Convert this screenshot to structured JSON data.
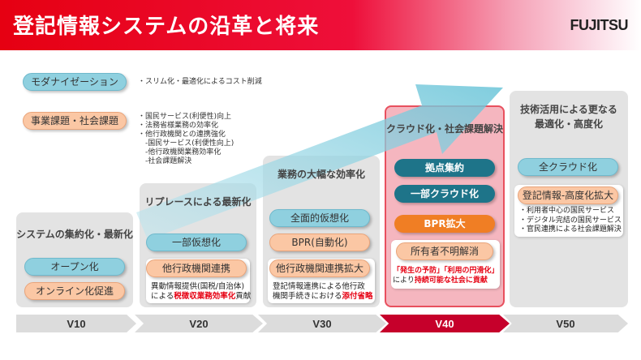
{
  "header": {
    "title": "登記情報システムの沿革と将来",
    "logo": "FUJITSU"
  },
  "legend": {
    "modernization": {
      "label": "モダナイゼーション",
      "desc": "・スリム化・最適化によるコスト削減"
    },
    "business": {
      "label": "事業課題・社会課題",
      "desc": [
        "・国民サービス(利便性)向上",
        "・法務省様業務の効率化",
        "・他行政機関との連携強化",
        "　-国民サービス(利便性向上)",
        "　-他行政機関業務効率化",
        "　-社会課題解決"
      ]
    }
  },
  "stages": {
    "v10": {
      "title": "システムの集約化・最新化",
      "pill1": "オープン化",
      "pill2": "オンライン化促進"
    },
    "v20": {
      "title": "リプレースによる最新化",
      "pill1": "一部仮想化",
      "pill2": "他行政機関連携",
      "note1": "異動情報提供(国税/自治体)",
      "note2a": "による",
      "note2b": "税徴収業務効率化",
      "note2c": "貢献"
    },
    "v30": {
      "title": "業務の大幅な効率化",
      "pill1": "全面的仮想化",
      "pill2": "BPR(自動化)",
      "pill3": "他行政機関連携拡大",
      "note1": "登記情報連携による他行政",
      "note2a": "機関手続きにおける",
      "note2b": "添付省略"
    },
    "v40": {
      "title": "クラウド化・社会課題解決",
      "pill1": "拠点集約",
      "pill2": "一部クラウド化",
      "pill3": "BPR拡大",
      "pill4": "所有者不明解消",
      "note1": "「発生の予防」「利用の円滑化」",
      "note2a": "により",
      "note2b": "持続可能な社会に貢献"
    },
    "v50": {
      "title1": "技術活用による更なる",
      "title2": "最適化・高度化",
      "pill1": "全クラウド化",
      "pill2": "登記情報-高度化拡大",
      "notes": [
        "・利用者中心の国民サービス",
        "・デジタル完結の国民サービス",
        "・官民連携による社会課題解決"
      ]
    }
  },
  "timeline": [
    "V10",
    "V20",
    "V30",
    "V40",
    "V50"
  ],
  "colors": {
    "brand_red": "#e60012",
    "teal": "#8fd0df",
    "dark_teal": "#1e7489",
    "orange": "#fbc7a4",
    "dark_orange": "#f07e24"
  }
}
